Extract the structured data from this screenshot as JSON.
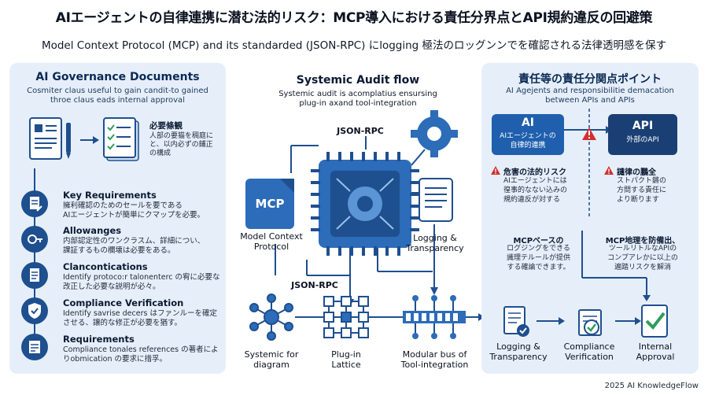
{
  "header": {
    "title": "AIエージェントの自律連携に潜む法的リスク：MCP導入における責任分界点とAPI規約違反の回避策",
    "subtitle": "Model Context Protocol (MCP) and its standarded (JSON-RPC) にlogging 極法のロッグンンでを確認される法律透明感を保す"
  },
  "left": {
    "title": "AI Governance Documents",
    "desc": [
      "Cosmiter claus useful to gain candit-to gained",
      "throe claus eads internal approval"
    ],
    "doc_note_title": "必要條観",
    "doc_note_lines": [
      "人部の要猫を稠庭にと、以内必ずの鋪正",
      "の構成"
    ],
    "items": [
      {
        "title": "Key Requirements",
        "lines": [
          "擁利確認のためのセールを要である",
          "AIエージェントが簡単にクマップを必要。"
        ]
      },
      {
        "title": "Allowanges",
        "lines": [
          "内部認定性のワンクラスム、詳細につい、",
          "課証するもの欄壊は必要をある。"
        ]
      },
      {
        "title": "Clancontications",
        "lines": [
          "Identify protoco:r talonenterc の宥に必要な",
          "改正した必要な説明が必々。"
        ]
      },
      {
        "title": "Compliance Verification",
        "lines": [
          "Identify savrise decers はファンルーを確定",
          "させる、讓的な修正が必要を猶す。"
        ]
      },
      {
        "title": "Requirements",
        "lines": [
          "Compliance tonales references の著者によ",
          "りobmication の要求に措孚。"
        ]
      }
    ]
  },
  "middle": {
    "title": "Systemic Audit flow",
    "desc": [
      "Systemic audit is acomplatius ensursing",
      "plug-in axand tool-integration"
    ],
    "jsonrpc_top": "JSON-RPC",
    "jsonrpc_bottom": "JSON-RPC",
    "mcp_label": "MCP",
    "mcp_caption": [
      "Model Context",
      "Protocol"
    ],
    "logging_caption": [
      "Logging &",
      "Transparency"
    ],
    "bottom_labels": [
      [
        "Systemic for",
        "diagram"
      ],
      [
        "Plug-in",
        "Lattice"
      ],
      [
        "Modular bus of",
        "Tool-integration"
      ]
    ]
  },
  "right": {
    "title": "責任等の責任分関点ポイント",
    "desc": [
      "AI Agejents and responsibilitie demacation",
      "between APIs and APIs"
    ],
    "ai_box": {
      "title": "AI",
      "lines": [
        "AIエージェントの",
        "自律的連携"
      ]
    },
    "api_box": {
      "title": "API",
      "lines": [
        "外部のAPI"
      ]
    },
    "risk_left": {
      "title": "危害の法的リスク",
      "lines": [
        "AIエージェントには",
        "徨事的なない込みの",
        "規約違反が対する"
      ]
    },
    "risk_right": {
      "title": "譴律の鵬全",
      "lines": [
        "ストパクト鏘の",
        "方問する責任に",
        "より断ります"
      ]
    },
    "note_left": {
      "title": "MCPベースの",
      "lines": [
        "ログジングをできる",
        "識理テルールが提供",
        "する確論できます。"
      ]
    },
    "note_right": {
      "title": "MCP地理を防備出、",
      "lines": [
        "ツールリトルなAPIの",
        "コンプアレかに以上の",
        "遍踏リスクを解消"
      ]
    },
    "flow_labels": [
      [
        "Logging &",
        "Transparency"
      ],
      [
        "Compliance",
        "Verification"
      ],
      [
        "Internal",
        "Approval"
      ]
    ]
  },
  "footer": "2025 AI KnowledgeFlow",
  "colors": {
    "navy": "#1e4f8f",
    "panel": "#e6eff9",
    "accent": "#1f5fae",
    "danger": "#d32f2f",
    "check": "#2e9d5b"
  }
}
